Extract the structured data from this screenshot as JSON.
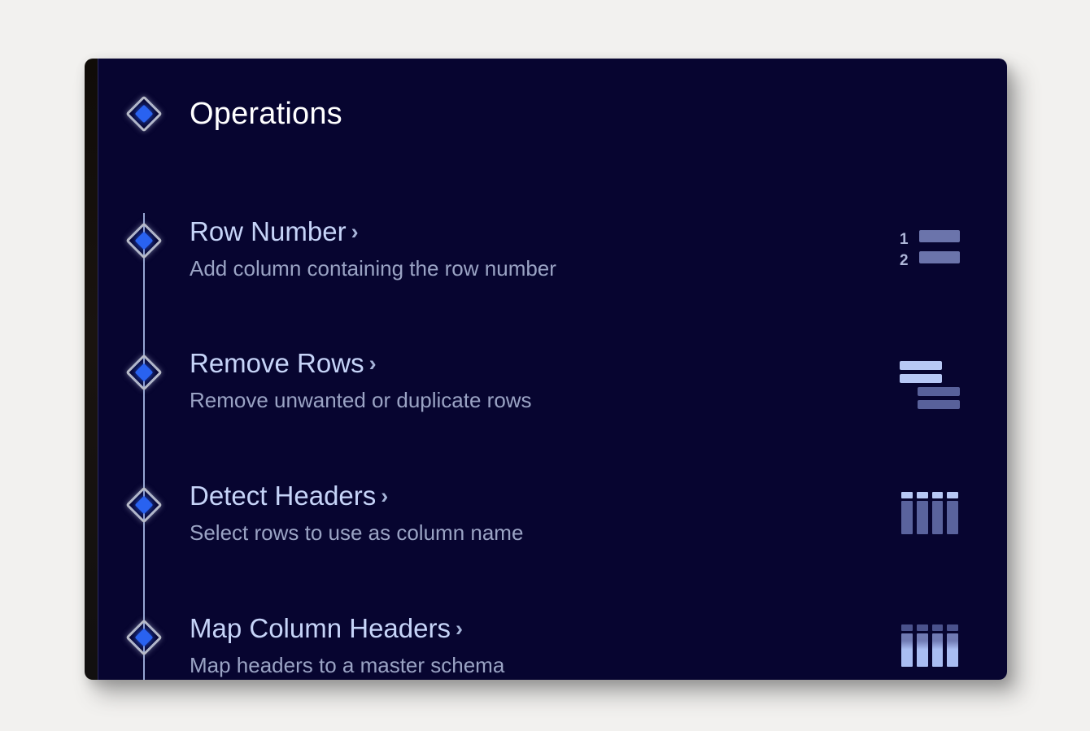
{
  "background_color": "#f2f1ef",
  "panel": {
    "background_color": "#070530",
    "accent_color": "#2962f0",
    "link_color": "#c6d4f8",
    "description_color": "#9aa3c4"
  },
  "header": {
    "title": "Operations",
    "bullet_icon": "diamond-icon"
  },
  "operations": [
    {
      "title": "Row Number",
      "chevron": "›",
      "description": "Add column containing the row number",
      "bullet_icon": "diamond-icon",
      "icon": "numbered-list-icon",
      "icon_numbers": [
        "1",
        "2"
      ]
    },
    {
      "title": "Remove Rows",
      "chevron": "›",
      "description": "Remove unwanted or duplicate rows",
      "bullet_icon": "diamond-icon",
      "icon": "rows-icon"
    },
    {
      "title": "Detect Headers",
      "chevron": "›",
      "description": "Select rows to use as column name",
      "bullet_icon": "diamond-icon",
      "icon": "table-columns-header-icon"
    },
    {
      "title": "Map Column Headers",
      "chevron": "›",
      "description": "Map headers to a master schema",
      "bullet_icon": "diamond-icon",
      "icon": "table-columns-mapped-icon"
    }
  ]
}
